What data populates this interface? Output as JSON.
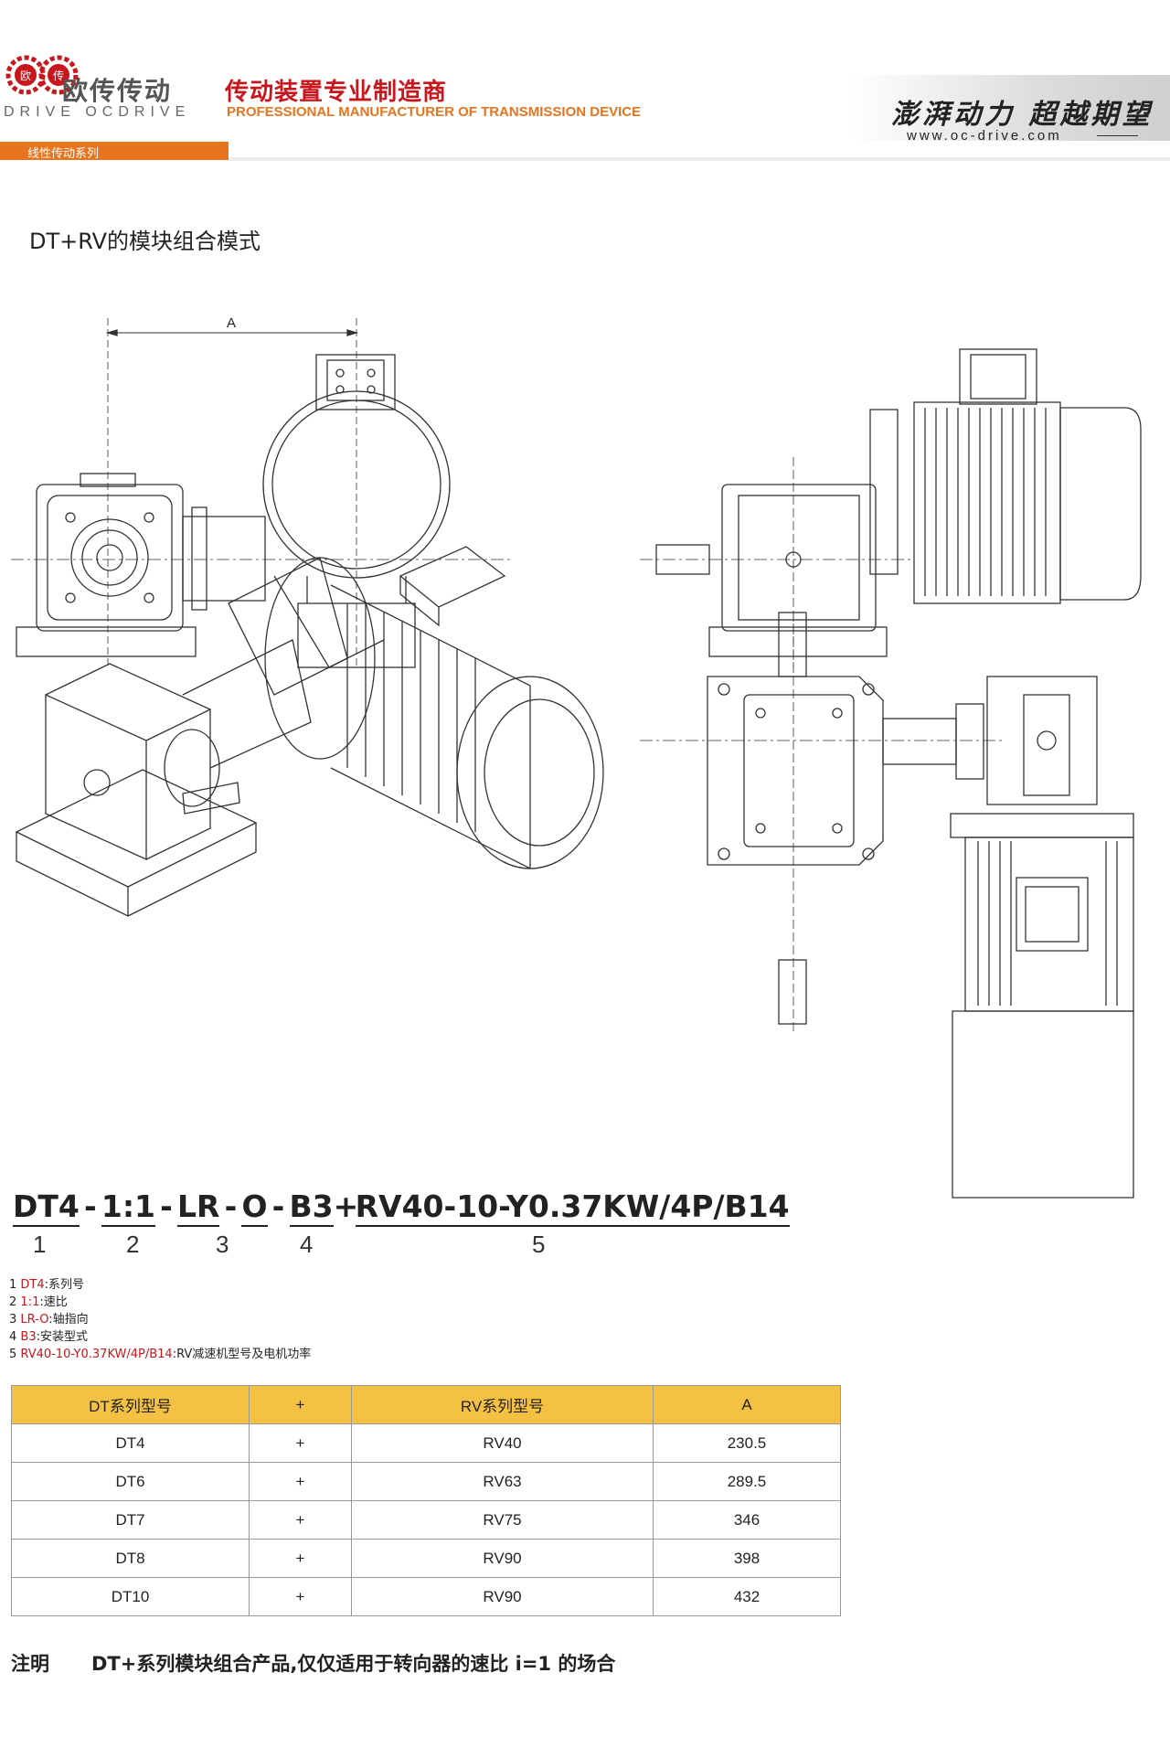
{
  "header": {
    "logo_text": "欧传",
    "brand_cn": "欧传传动",
    "brand_en": "DRIVE OCDRIVE",
    "slogan_cn": "传动装置专业制造商",
    "slogan_en": "PROFESSIONAL MANUFACTURER OF TRANSMISSION DEVICE",
    "motto": "澎湃动力 超越期望",
    "website": "www.oc-drive.com",
    "series_tag": "线性传动系列"
  },
  "section_title": "DT+RV的模块组合模式",
  "drawing": {
    "dimension_label": "A"
  },
  "model_code": {
    "segments": [
      "DT4",
      "1:1",
      "LR",
      "O",
      "B3",
      "RV40-10-Y0.37KW/4P/B14"
    ],
    "numbers": [
      "1",
      "2",
      "3",
      "4",
      "5"
    ]
  },
  "notes": [
    {
      "num": "1",
      "code": "DT4",
      "desc": ":系列号"
    },
    {
      "num": "2",
      "code": "1:1",
      "desc": ":速比"
    },
    {
      "num": "3",
      "code": "LR-O",
      "desc": ":轴指向"
    },
    {
      "num": "4",
      "code": "B3",
      "desc": ":安装型式"
    },
    {
      "num": "5",
      "code": "RV40-10-Y0.37KW/4P/B14",
      "desc": ":RV减速机型号及电机功率"
    }
  ],
  "table": {
    "headers": [
      "DT系列型号",
      "+",
      "RV系列型号",
      "A"
    ],
    "rows": [
      [
        "DT4",
        "+",
        "RV40",
        "230.5"
      ],
      [
        "DT6",
        "+",
        "RV63",
        "289.5"
      ],
      [
        "DT7",
        "+",
        "RV75",
        "346"
      ],
      [
        "DT8",
        "+",
        "RV90",
        "398"
      ],
      [
        "DT10",
        "+",
        "RV90",
        "432"
      ]
    ]
  },
  "footnote": {
    "label": "注明",
    "text": "DT+系列模块组合产品,仅仅适用于转向器的速比 i=1 的场合"
  },
  "colors": {
    "brand_red": "#c9161d",
    "brand_orange": "#e8741e",
    "table_header": "#f5c143"
  }
}
